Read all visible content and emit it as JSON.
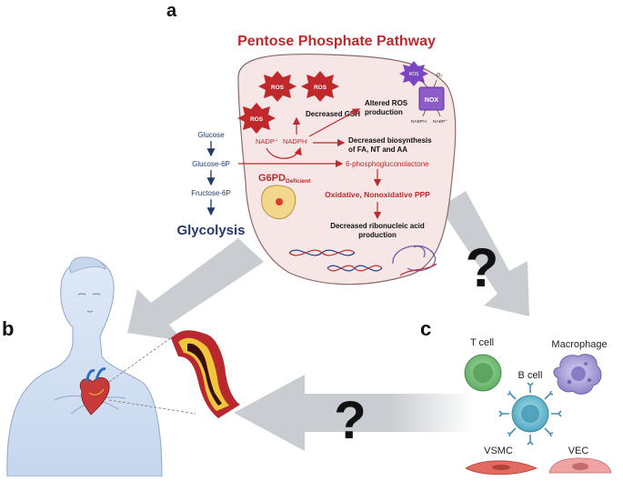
{
  "panels": {
    "a": "a",
    "b": "b",
    "c": "c"
  },
  "title": "Pentose Phosphate Pathway",
  "glycolysis": {
    "glucose": "Glucose",
    "glucose6p": "Glucose-6P",
    "fructose6p": "Fructose-6P",
    "label": "Glycolysis"
  },
  "ppp": {
    "ros": "ROS",
    "nadp_plus": "NADP⁺",
    "nadph": "NADPH",
    "decreased_gsh": "Decreased GSH",
    "altered_ros_1": "Altered ROS",
    "altered_ros_2": "production",
    "biosynth_1": "Decreased biosynthesis",
    "biosynth_2": "of FA, NT and AA",
    "phosphoglucono": "6-phosphogluconolactone",
    "g6pd_main": "G6PD",
    "g6pd_sub": "Deficient",
    "oxidative": "Oxidative, Nonoxidative  PPP",
    "rna_1": "Decreased ribonucleic acid",
    "rna_2": "production",
    "nox": "NOX",
    "o2": "O₂",
    "nadph_small": "NADPH",
    "nadp_small": "NADP⁺"
  },
  "question_mark": "?",
  "cells": {
    "t_cell": "T cell",
    "macrophage": "Macrophage",
    "b_cell": "B cell",
    "vsmc": "VSMC",
    "vec": "VEC"
  },
  "colors": {
    "pathway_red": "#c0282b",
    "glycolysis_blue": "#243a6b",
    "membrane_fill": "#f6e6e6",
    "arrow_grey": "#c9ccd0"
  }
}
